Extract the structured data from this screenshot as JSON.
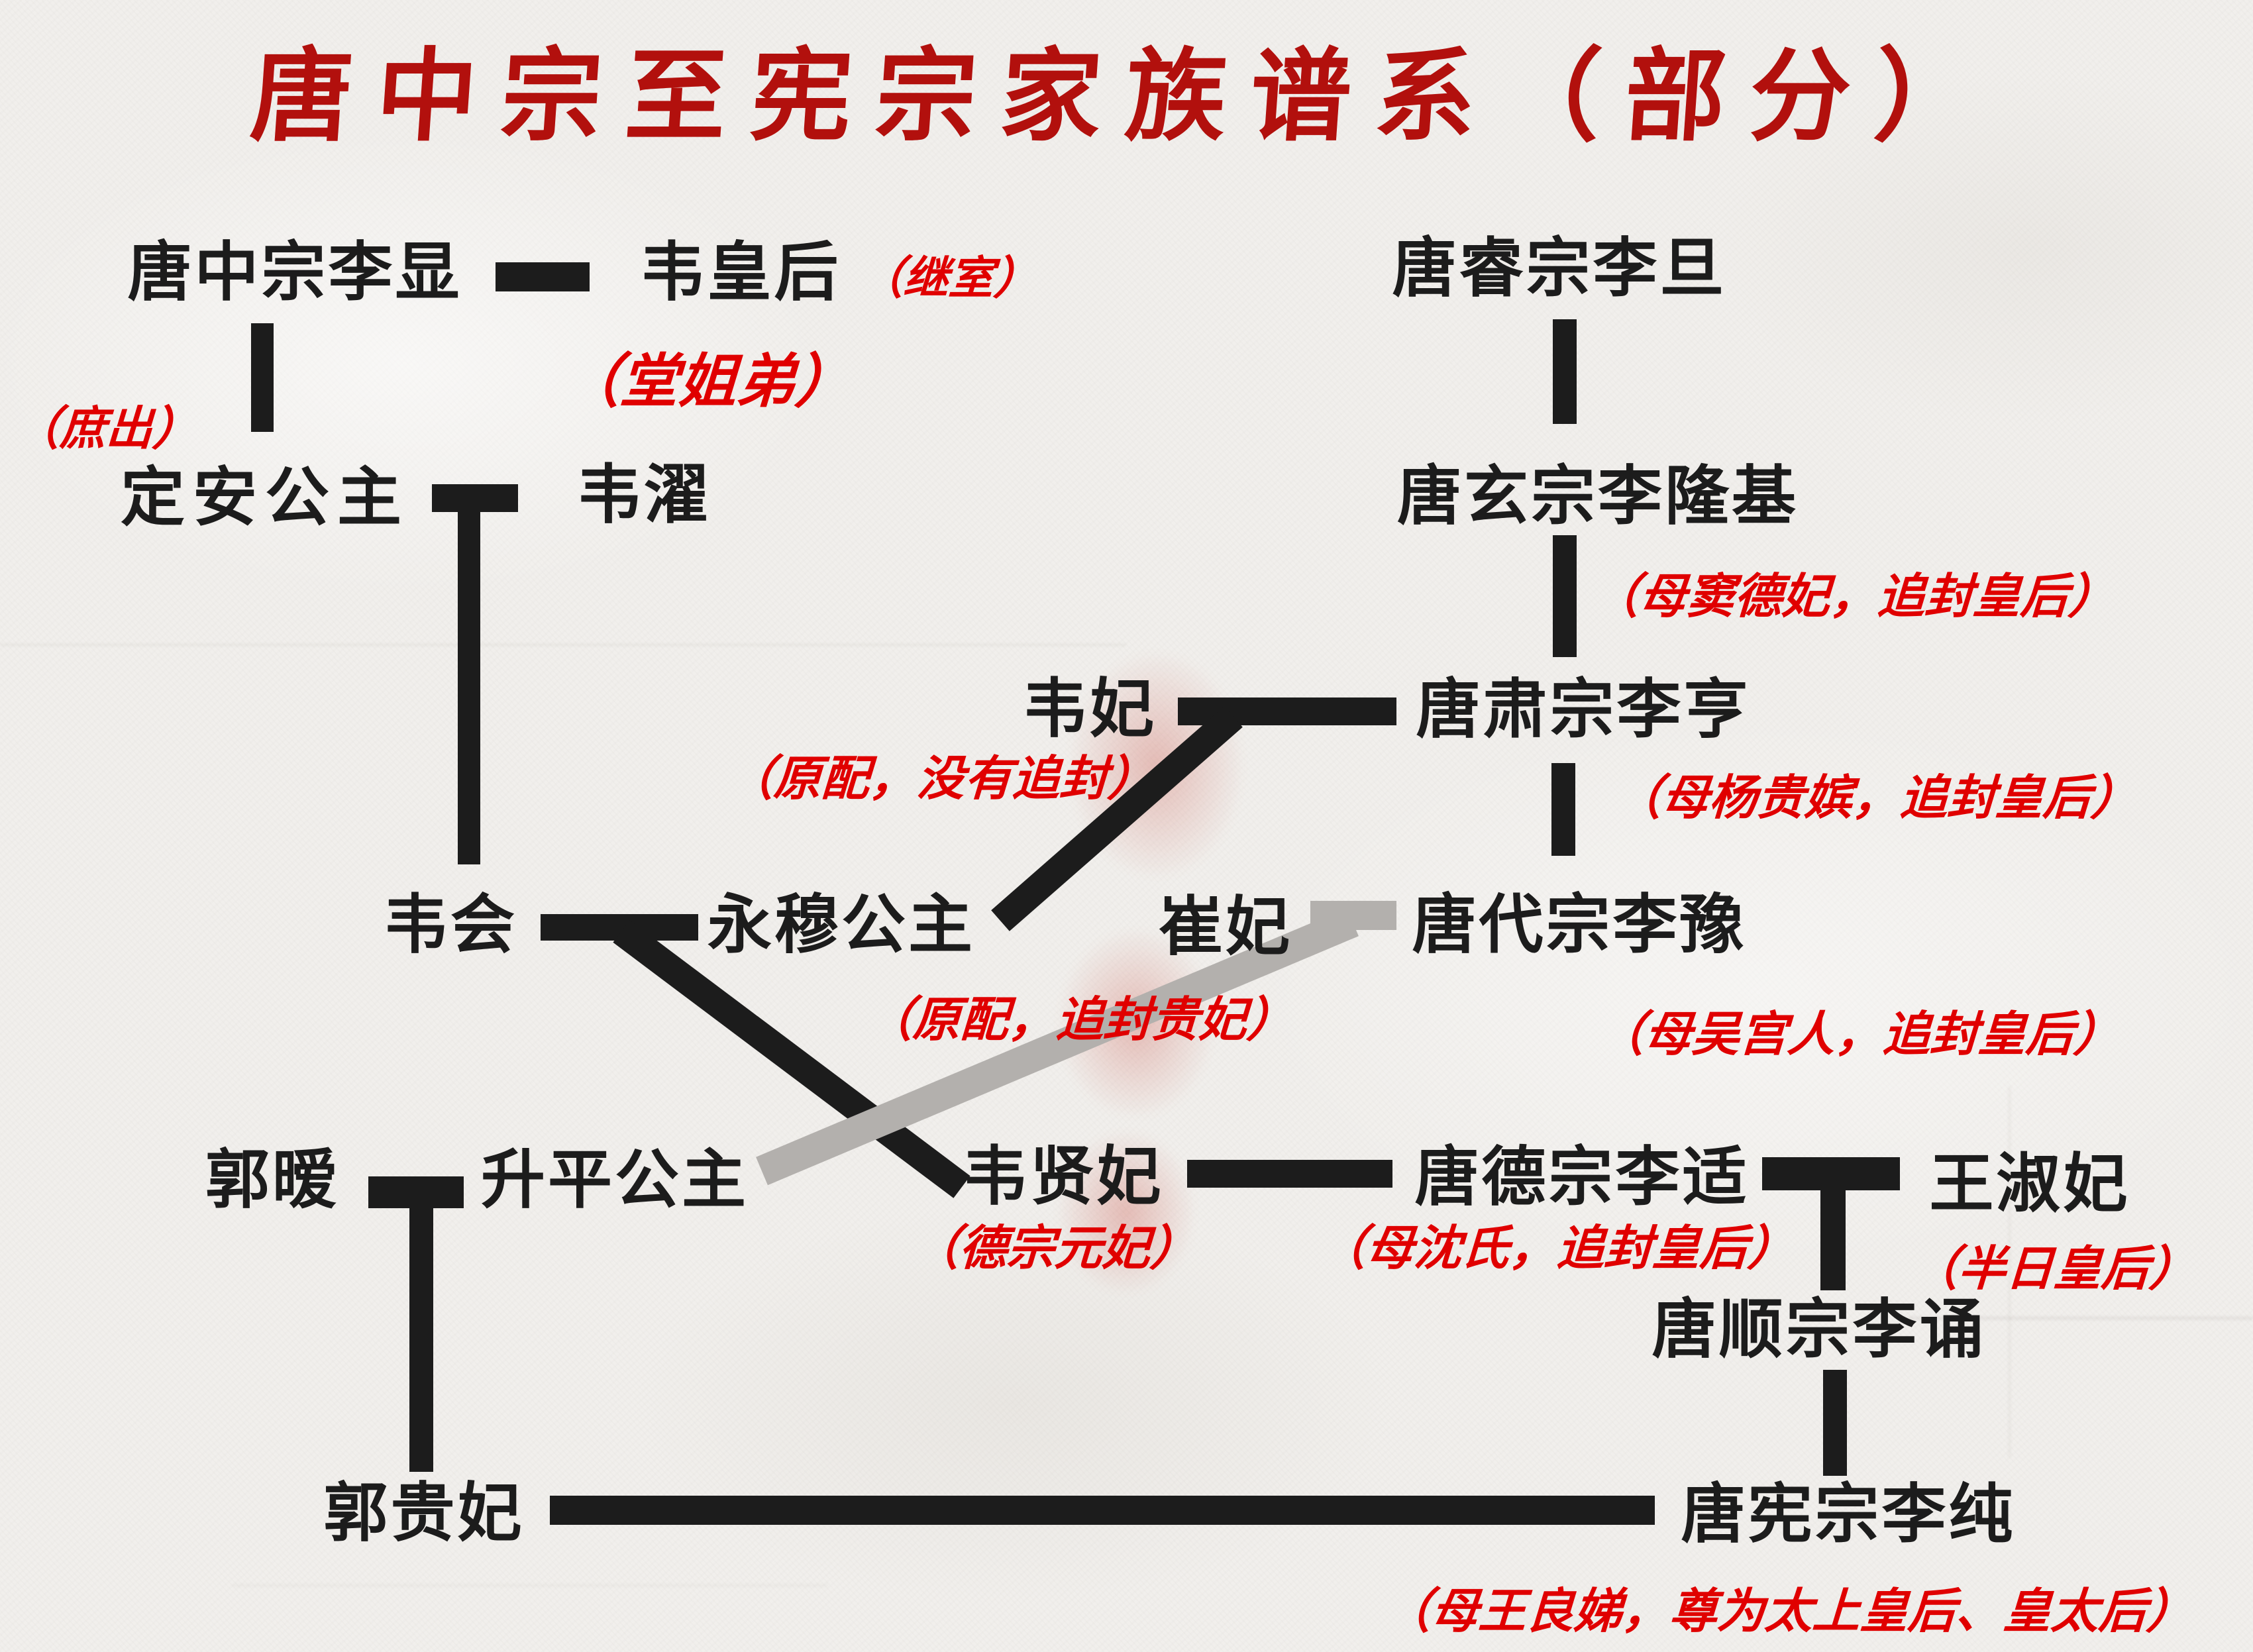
{
  "title": "唐中宗至宪宗家族谱系（部分）",
  "nodes": [
    {
      "id": "zhongzong",
      "label": "唐中宗李显"
    },
    {
      "id": "wei-empress",
      "label": "韦皇后"
    },
    {
      "id": "ruizong",
      "label": "唐睿宗李旦"
    },
    {
      "id": "dingan-princess",
      "label": "定安公主"
    },
    {
      "id": "wei-zhuo",
      "label": "韦濯"
    },
    {
      "id": "xuanzong",
      "label": "唐玄宗李隆基"
    },
    {
      "id": "wei-fei",
      "label": "韦妃"
    },
    {
      "id": "suzong",
      "label": "唐肃宗李亨"
    },
    {
      "id": "wei-hui",
      "label": "韦会"
    },
    {
      "id": "yongmu-princess",
      "label": "永穆公主"
    },
    {
      "id": "cui-fei",
      "label": "崔妃"
    },
    {
      "id": "daizong",
      "label": "唐代宗李豫"
    },
    {
      "id": "guo-ai",
      "label": "郭暧"
    },
    {
      "id": "shengping-princess",
      "label": "升平公主"
    },
    {
      "id": "wei-xianfei",
      "label": "韦贤妃"
    },
    {
      "id": "dezong",
      "label": "唐德宗李适"
    },
    {
      "id": "wang-shufei",
      "label": "王淑妃"
    },
    {
      "id": "shunzong",
      "label": "唐顺宗李诵"
    },
    {
      "id": "guo-guifei",
      "label": "郭贵妃"
    },
    {
      "id": "xianzong",
      "label": "唐宪宗李纯"
    }
  ],
  "annotations": [
    {
      "id": "jishi",
      "label": "（继室）"
    },
    {
      "id": "tang-jiedi",
      "label": "（堂姐弟）"
    },
    {
      "id": "shuchu",
      "label": "（庶出）"
    },
    {
      "id": "mu-dou-defei",
      "label": "（母窦德妃，追封皇后）"
    },
    {
      "id": "yuanpei-meiyou-zhuifeng",
      "label": "（原配，没有追封）"
    },
    {
      "id": "mu-yang-guipin",
      "label": "（母杨贵嫔，追封皇后）"
    },
    {
      "id": "yuanpei-zhuifeng-guifei",
      "label": "（原配，追封贵妃）"
    },
    {
      "id": "mu-wu-gongren",
      "label": "（母吴宫人，追封皇后）"
    },
    {
      "id": "dezong-yuanfei",
      "label": "（德宗元妃）"
    },
    {
      "id": "mu-shenshi",
      "label": "（母沈氏，追封皇后）"
    },
    {
      "id": "banri-huanghou",
      "label": "（半日皇后）"
    },
    {
      "id": "mu-wang-liangdi",
      "label": "（母王良娣，尊为太上皇后、皇太后）"
    }
  ],
  "colors": {
    "ink": "#1c1c1c",
    "title_red": "#b2100d",
    "note_red": "#e00000",
    "line_gray": "#b3b0ad",
    "paper": "#f1efec"
  }
}
